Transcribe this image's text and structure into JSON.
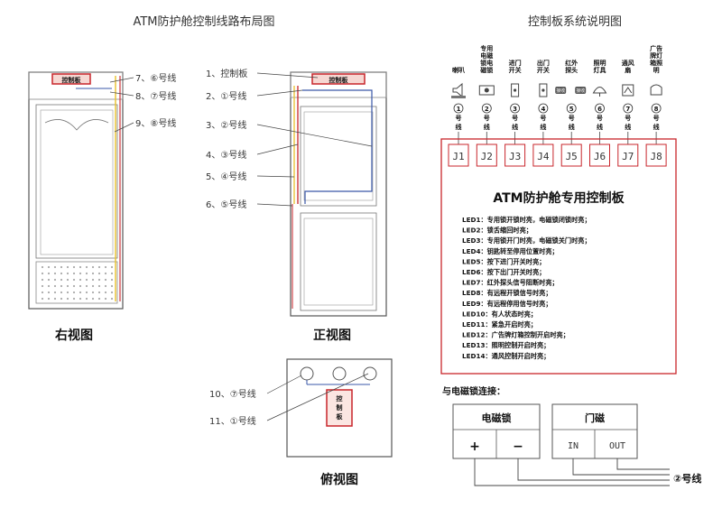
{
  "left_title": "ATM防护舱控制线路布局图",
  "right_title": "控制板系统说明图",
  "right_view": {
    "label": "右视图",
    "board": "控制板",
    "callouts": [
      "7、⑥号线",
      "8、⑦号线",
      "9、⑧号线"
    ]
  },
  "front_view": {
    "label": "正视图",
    "board": "控制板",
    "callouts": [
      "1、控制板",
      "2、①号线",
      "3、②号线",
      "4、③号线",
      "5、④号线",
      "6、⑤号线"
    ]
  },
  "top_view": {
    "label": "俯视图",
    "board_lines": [
      "控",
      "制",
      "板"
    ],
    "callouts": [
      "10、⑦号线",
      "11、①号线"
    ]
  },
  "devices": [
    {
      "label": "喇叭",
      "wire": "①号线",
      "jack": "J1"
    },
    {
      "label": "专用电磁锁电磁锁",
      "wire": "②号线",
      "jack": "J2"
    },
    {
      "label": "进门开关",
      "wire": "③号线",
      "jack": "J3"
    },
    {
      "label": "出门开关",
      "wire": "④号线",
      "jack": "J4"
    },
    {
      "label": "红外探头",
      "wire": "⑤号线",
      "jack": "J5"
    },
    {
      "label": "照明灯具",
      "wire": "⑥号线",
      "jack": "J6"
    },
    {
      "label": "通风扇",
      "wire": "⑦号线",
      "jack": "J7"
    },
    {
      "label": "广告牌灯箱照明",
      "wire": "⑧号线",
      "jack": "J8"
    }
  ],
  "receiver_labels": [
    "接收",
    "接收"
  ],
  "panel": {
    "title": "ATM防护舱专用控制板",
    "leds": [
      "LED1：专用锁开锁时亮，电磁锁闭锁时亮；",
      "LED2：锁舌缩回时亮；",
      "LED3：专用锁开门时亮，电磁锁关门时亮；",
      "LED4：钥匙转至停用位置时亮；",
      "LED5：按下进门开关时亮；",
      "LED6：按下出门开关时亮；",
      "LED7：红外探头信号阻断时亮；",
      "LED8：有远程开锁信号时亮；",
      "LED9：有远程停用信号时亮；",
      "LED10：有人状态时亮；",
      "LED11：紧急开启时亮；",
      "LED12：广告牌灯箱控制开启时亮；",
      "LED13：照明控制开启时亮；",
      "LED14：通风控制开启时亮；"
    ]
  },
  "lock_section": {
    "heading": "与电磁锁连接：",
    "lock_title": "电磁锁",
    "lock_pins": [
      "+",
      "−"
    ],
    "door_title": "门磁",
    "door_pins": [
      "IN",
      "OUT"
    ],
    "wire_label": "②号线"
  },
  "colors": {
    "red": "#c8252b",
    "yellow": "#e8c02a",
    "blue": "#3a57a8",
    "dark": "#444444"
  }
}
